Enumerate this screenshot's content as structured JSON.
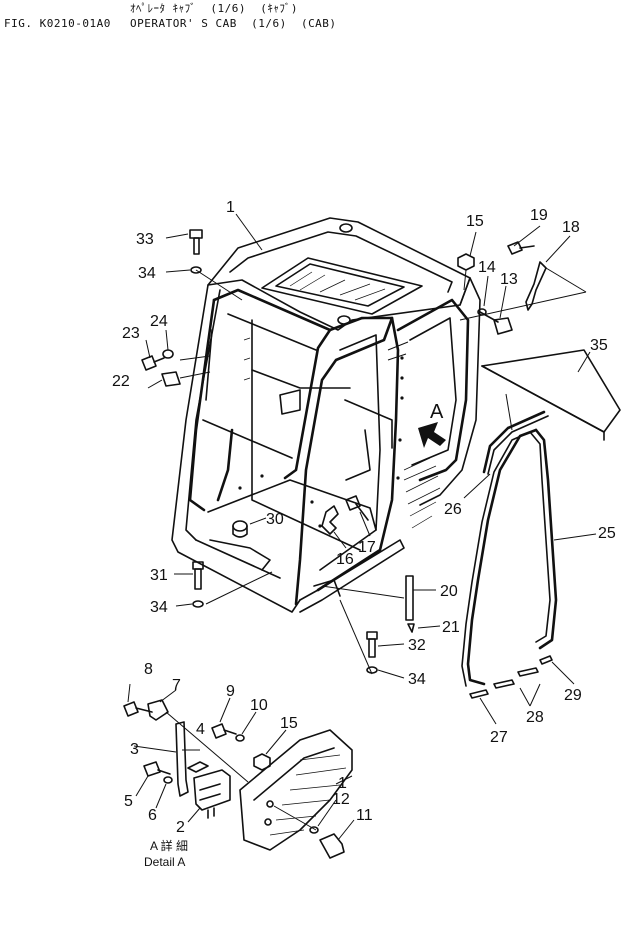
{
  "header": {
    "line1_jp": "ｵﾍﾟﾚｰﾀ ｷｬﾌﾞ  (1/6)  (ｷｬﾌﾞ)",
    "fig_id": "FIG. K0210-01A0",
    "line2_title": "OPERATOR' S CAB  (1/6)  (CAB)"
  },
  "callouts": {
    "c1": "1",
    "c2": "2",
    "c3": "3",
    "c4": "4",
    "c5": "5",
    "c6": "6",
    "c7": "7",
    "c8": "8",
    "c9": "9",
    "c10": "10",
    "c11": "11",
    "c12": "12",
    "c13": "13",
    "c14": "14",
    "c15a": "15",
    "c15b": "15",
    "c16": "16",
    "c17": "17",
    "c18": "18",
    "c19": "19",
    "c20": "20",
    "c21": "21",
    "c22": "22",
    "c23": "23",
    "c24": "24",
    "c25": "25",
    "c26": "26",
    "c27": "27",
    "c28": "28",
    "c29": "29",
    "c30": "30",
    "c31": "31",
    "c32": "32",
    "c33": "33",
    "c34a": "34",
    "c34b": "34",
    "c34c": "34",
    "c35": "35",
    "c1b": "1"
  },
  "view_marker": "A",
  "detail": {
    "label_jp": "A  詳  細",
    "label_en": "Detail A"
  }
}
